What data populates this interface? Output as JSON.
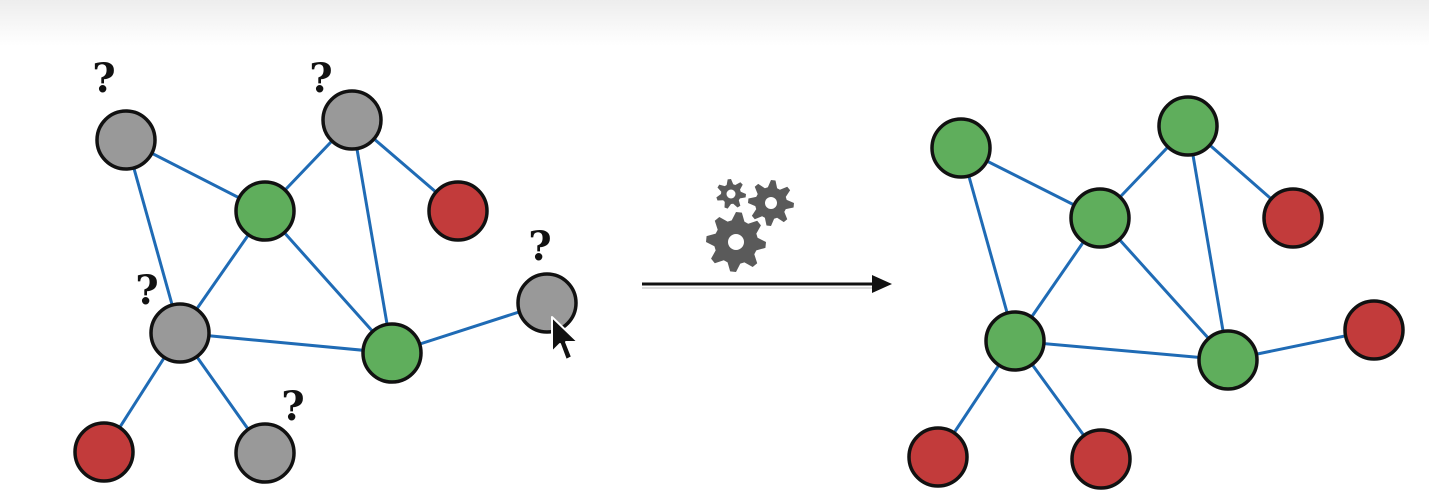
{
  "colors": {
    "unknown": "#999999",
    "positive": "#5fae5c",
    "negative": "#c23b3b",
    "edge": "#1f6bb5",
    "stroke": "#111111",
    "gear": "#5a5a5a"
  },
  "question_mark": "?",
  "left_graph": {
    "nodes": [
      {
        "id": "a",
        "state": "unknown",
        "unlabeled": true
      },
      {
        "id": "b",
        "state": "unknown",
        "unlabeled": true
      },
      {
        "id": "c",
        "state": "positive",
        "unlabeled": false
      },
      {
        "id": "d",
        "state": "negative",
        "unlabeled": false
      },
      {
        "id": "e",
        "state": "unknown",
        "unlabeled": true
      },
      {
        "id": "f",
        "state": "unknown",
        "unlabeled": true
      },
      {
        "id": "g",
        "state": "positive",
        "unlabeled": false
      },
      {
        "id": "h",
        "state": "negative",
        "unlabeled": false
      },
      {
        "id": "i",
        "state": "unknown",
        "unlabeled": true
      }
    ]
  },
  "right_graph": {
    "nodes": [
      {
        "id": "a",
        "state": "positive"
      },
      {
        "id": "b",
        "state": "positive"
      },
      {
        "id": "c",
        "state": "positive"
      },
      {
        "id": "d",
        "state": "negative"
      },
      {
        "id": "e",
        "state": "positive"
      },
      {
        "id": "f",
        "state": "negative"
      },
      {
        "id": "g",
        "state": "positive"
      },
      {
        "id": "h",
        "state": "negative"
      },
      {
        "id": "i",
        "state": "negative"
      }
    ]
  },
  "edges": [
    [
      "a",
      "c"
    ],
    [
      "a",
      "e"
    ],
    [
      "b",
      "c"
    ],
    [
      "b",
      "d"
    ],
    [
      "b",
      "g"
    ],
    [
      "c",
      "e"
    ],
    [
      "c",
      "g"
    ],
    [
      "e",
      "g"
    ],
    [
      "e",
      "h"
    ],
    [
      "e",
      "i"
    ],
    [
      "g",
      "f"
    ]
  ],
  "process_icon": "gears-icon",
  "cursor_icon": "mouse-pointer-icon"
}
